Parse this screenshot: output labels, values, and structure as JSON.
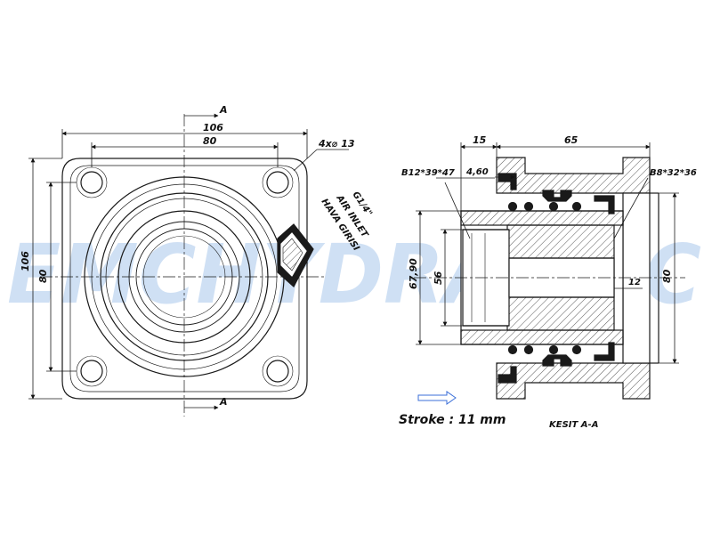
{
  "watermark": "EMCHYDRAULIC",
  "left_view": {
    "section_marker": "A",
    "dim_overall_width": "106",
    "dim_hole_spacing_width": "80",
    "dim_overall_height": "106",
    "dim_hole_spacing_height": "80",
    "hole_callout": "4x⌀ 13",
    "port_size": "G1/4\"",
    "port_label_en": "AIR INLET",
    "port_label_tr": "HAVA GIRISI"
  },
  "right_view": {
    "dim_flange": "15",
    "dim_body": "65",
    "dim_groove": "4,60",
    "seal_left": "B12*39*47",
    "seal_right": "B8*32*36",
    "dim_bore_outer": "67,90",
    "dim_bore_inner": "56",
    "dim_step": "12",
    "dim_outer_height": "80",
    "stroke": "Stroke : 11 mm",
    "section_title": "KESIT A-A"
  },
  "colors": {
    "line": "#1a1a1a",
    "hatch": "#555555",
    "watermark": "#a9c8ec",
    "arrow": "#3b6fd8"
  }
}
